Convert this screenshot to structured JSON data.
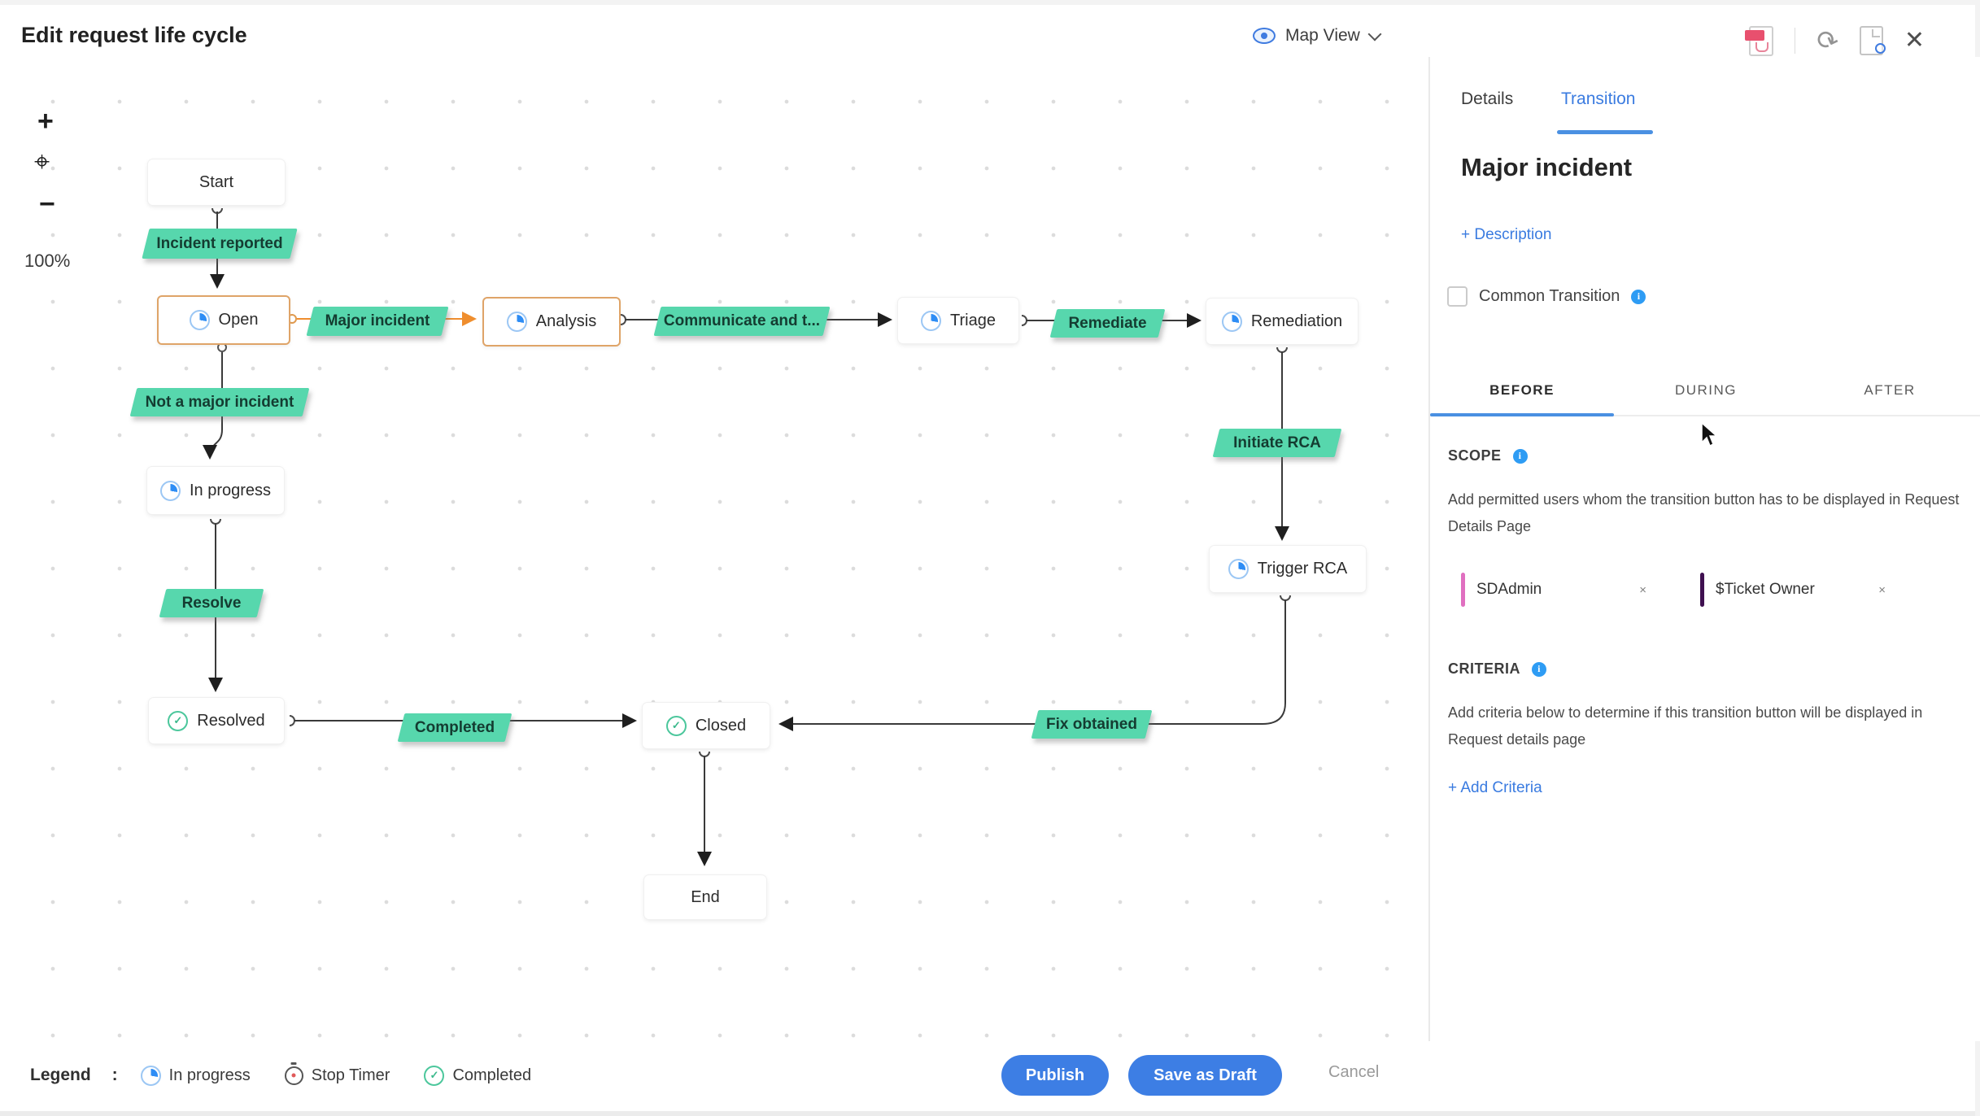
{
  "header": {
    "title": "Edit request life cycle",
    "view_selector": {
      "label": "Map View",
      "icon": "eye-icon"
    },
    "toolbar_icons": [
      "export-pdf-icon",
      "history-icon",
      "document-search-icon",
      "close-icon"
    ]
  },
  "canvas": {
    "zoom_level": "100%",
    "nodes": [
      {
        "label": "Start",
        "icon": "none"
      },
      {
        "label": "Open",
        "icon": "in-progress",
        "selected": true
      },
      {
        "label": "Analysis",
        "icon": "in-progress",
        "selected": true
      },
      {
        "label": "Triage",
        "icon": "in-progress"
      },
      {
        "label": "Remediation",
        "icon": "in-progress"
      },
      {
        "label": "Trigger RCA",
        "icon": "in-progress"
      },
      {
        "label": "In progress",
        "icon": "in-progress"
      },
      {
        "label": "Resolved",
        "icon": "completed"
      },
      {
        "label": "Closed",
        "icon": "completed"
      },
      {
        "label": "End",
        "icon": "none"
      }
    ],
    "transitions": [
      {
        "label": "Incident reported"
      },
      {
        "label": "Major incident",
        "selected": true
      },
      {
        "label": "Not a major incident"
      },
      {
        "label": "Communicate and t..."
      },
      {
        "label": "Remediate"
      },
      {
        "label": "Initiate RCA"
      },
      {
        "label": "Resolve"
      },
      {
        "label": "Completed"
      },
      {
        "label": "Fix obtained"
      }
    ]
  },
  "panel": {
    "tabs": [
      {
        "label": "Details"
      },
      {
        "label": "Transition"
      }
    ],
    "active_tab": "Transition",
    "heading": "Major incident",
    "description_link": "+ Description",
    "common_transition": {
      "label": "Common Transition",
      "checked": false
    },
    "phase_tabs": [
      {
        "label": "BEFORE"
      },
      {
        "label": "DURING"
      },
      {
        "label": "AFTER"
      }
    ],
    "active_phase": "BEFORE",
    "scope": {
      "title": "SCOPE",
      "description": "Add permitted users whom the transition button has to be displayed in Request Details Page",
      "chips": [
        {
          "label": "SDAdmin",
          "bar_color": "#e06fc0",
          "remove": "×"
        },
        {
          "label": "$Ticket Owner",
          "bar_color": "#3f1050",
          "remove": "×"
        }
      ]
    },
    "criteria": {
      "title": "CRITERIA",
      "description": "Add criteria below to determine if this transition button will be displayed in Request details page",
      "add_link": "+ Add Criteria"
    }
  },
  "footer": {
    "legend": {
      "title": "Legend",
      "colon": ":",
      "items": [
        {
          "icon": "in-progress-icon",
          "label": "In progress"
        },
        {
          "icon": "stop-timer-icon",
          "label": "Stop Timer"
        },
        {
          "icon": "completed-icon",
          "label": "Completed"
        }
      ]
    },
    "buttons": {
      "publish": "Publish",
      "save_draft": "Save as Draft",
      "cancel": "Cancel"
    }
  },
  "colors": {
    "accent_blue": "#3a7be0",
    "flow_green": "#57d7ad",
    "selection_orange": "#e8a262",
    "edge_dark": "#3a3a3a",
    "chip_pink": "#e06fc0",
    "chip_purple": "#3f1050"
  }
}
